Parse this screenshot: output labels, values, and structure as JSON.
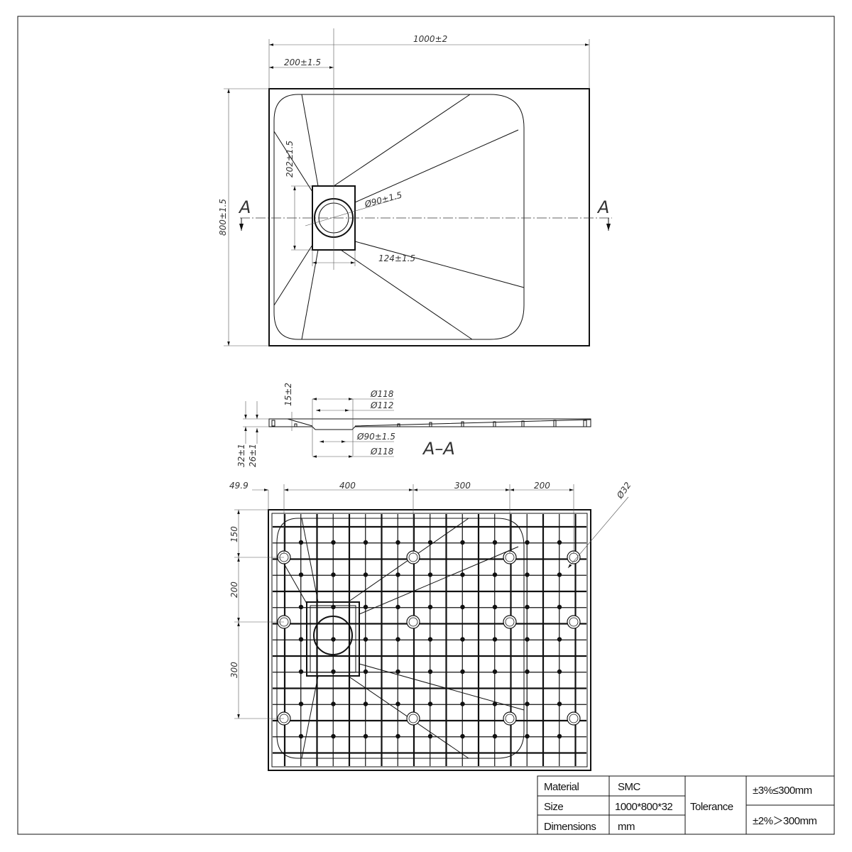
{
  "top_view": {
    "dim_length": "1000±2",
    "dim_drain_offset": "200±1.5",
    "dim_width": "800±1.5",
    "dim_drain_height": "202±1.5",
    "dim_drain_diameter": "Ø90±1.5",
    "dim_drain_width": "124±1.5",
    "section_mark_left": "A",
    "section_mark_right": "A"
  },
  "section_view": {
    "title": "A–A",
    "dim_outer_top": "Ø118",
    "dim_inner_top": "Ø112",
    "dim_drain": "Ø90±1.5",
    "dim_outer_bottom": "Ø118",
    "dim_slope": "15±2",
    "dim_total_height": "32±1",
    "dim_rim_height": "26±1"
  },
  "bottom_view": {
    "dims_horizontal": [
      "49.9",
      "400",
      "300",
      "200"
    ],
    "dims_vertical": [
      "150",
      "200",
      "300"
    ],
    "dim_foot": "Ø32"
  },
  "spec_table": {
    "material_label": "Material",
    "material_value": "SMC",
    "size_label": "Size",
    "size_value": "1000*800*32",
    "dimensions_label": "Dimensions",
    "dimensions_value": "mm",
    "tolerance_label": "Tolerance",
    "tolerance_small": "±3%≤300mm",
    "tolerance_large": "±2%＞300mm"
  }
}
